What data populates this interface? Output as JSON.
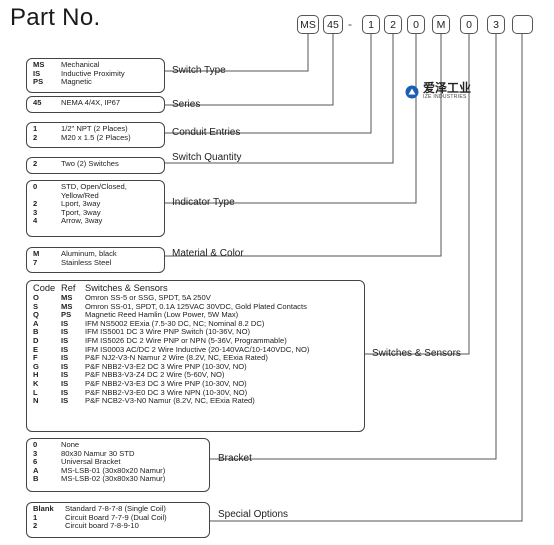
{
  "title": "Part No.",
  "part_number_boxes": [
    "MS",
    "45",
    "1",
    "2",
    "0",
    "M",
    "0",
    "3",
    ""
  ],
  "part_number_dash": "-",
  "logo": {
    "cn": "爱泽工业",
    "en": "IZE INDUSTRIES"
  },
  "groups": [
    {
      "label": "Switch Type",
      "rows": [
        {
          "code": "MS",
          "desc": "Mechanical"
        },
        {
          "code": "IS",
          "desc": "Inductive Proximity"
        },
        {
          "code": "PS",
          "desc": "Magnetic"
        }
      ]
    },
    {
      "label": "Series",
      "rows": [
        {
          "code": "45",
          "desc": "NEMA 4/4X, IP67"
        }
      ]
    },
    {
      "label": "Conduit Entries",
      "rows": [
        {
          "code": "1",
          "desc": "1/2\" NPT (2 Places)"
        },
        {
          "code": "2",
          "desc": "M20 x 1.5 (2 Places)"
        }
      ]
    },
    {
      "label": "Switch Quantity",
      "rows": [
        {
          "code": "2",
          "desc": "Two (2) Switches"
        }
      ]
    },
    {
      "label": "Indicator Type",
      "rows": [
        {
          "code": "0",
          "desc": "STD, Open/Closed,"
        },
        {
          "code": "",
          "desc": "Yellow/Red"
        },
        {
          "code": "2",
          "desc": "Lport, 3way"
        },
        {
          "code": "3",
          "desc": "Tport, 3way"
        },
        {
          "code": "4",
          "desc": "Arrow, 3way"
        }
      ]
    },
    {
      "label": "Material & Color",
      "rows": [
        {
          "code": "M",
          "desc": "Aluminum, black"
        },
        {
          "code": "7",
          "desc": "Stainless Steel"
        }
      ]
    },
    {
      "label": "Switches & Sensors",
      "header": {
        "code": "Code",
        "ref": "Ref",
        "desc": "Switches & Sensors"
      },
      "rows": [
        {
          "code": "O",
          "ref": "MS",
          "desc": "Omron SS-5 or SSG, SPDT, 5A 250V"
        },
        {
          "code": "S",
          "ref": "MS",
          "desc": "Omron SS-01, SPDT, 0.1A 125VAC 30VDC, Gold Plated Contacts"
        },
        {
          "code": "Q",
          "ref": "PS",
          "desc": "Magnetic Reed Hamlin (Low Power, 5W Max)"
        },
        {
          "code": "A",
          "ref": "IS",
          "desc": "IFM NS5002 EExia (7.5-30 DC, NC; Nominal 8.2 DC)"
        },
        {
          "code": "B",
          "ref": "IS",
          "desc": "IFM IS5001 DC 3 Wire PNP Switch (10-36V, NO)"
        },
        {
          "code": "D",
          "ref": "IS",
          "desc": "IFM IS5026 DC 2 Wire PNP or NPN (5-36V, Programmable)"
        },
        {
          "code": "E",
          "ref": "IS",
          "desc": "IFM IS0003 AC/DC 2 Wire Inductive (20-140VAC/10-140VDC, NO)"
        },
        {
          "code": "F",
          "ref": "IS",
          "desc": "P&F NJ2-V3-N Namur 2 Wire (8.2V, NC, EExia Rated)"
        },
        {
          "code": "G",
          "ref": "IS",
          "desc": "P&F NBB2-V3-E2 DC 3 Wire PNP (10-30V, NO)"
        },
        {
          "code": "H",
          "ref": "IS",
          "desc": "P&F NBB3-V3-Z4 DC 2 Wire (5-60V, NO)"
        },
        {
          "code": "K",
          "ref": "IS",
          "desc": "P&F NBB2-V3-E3 DC 3 Wire PNP (10-30V, NO)"
        },
        {
          "code": "L",
          "ref": "IS",
          "desc": "P&F NBB2-V3-E0 DC 3 Wire NPN (10-30V, NO)"
        },
        {
          "code": "N",
          "ref": "IS",
          "desc": "P&F NCB2-V3-N0 Namur (8.2V, NC, EExia Rated)"
        }
      ]
    },
    {
      "label": "Bracket",
      "rows": [
        {
          "code": "0",
          "desc": "None"
        },
        {
          "code": "3",
          "desc": "80x30 Namur 30 STD"
        },
        {
          "code": "6",
          "desc": "Universal Bracket"
        },
        {
          "code": "A",
          "desc": "MS-LSB-01 (30x80x20 Namur)"
        },
        {
          "code": "B",
          "desc": "MS-LSB-02 (30x80x30 Namur)"
        }
      ]
    },
    {
      "label": "Special Options",
      "rows": [
        {
          "code": "Blank",
          "desc": "Standard 7-8-7-8 (Single Coil)"
        },
        {
          "code": "1",
          "desc": "Circuit Board 7-7-9 (Dual Coil)"
        },
        {
          "code": "2",
          "desc": "Circuit board 7-8-9-10"
        }
      ]
    }
  ]
}
